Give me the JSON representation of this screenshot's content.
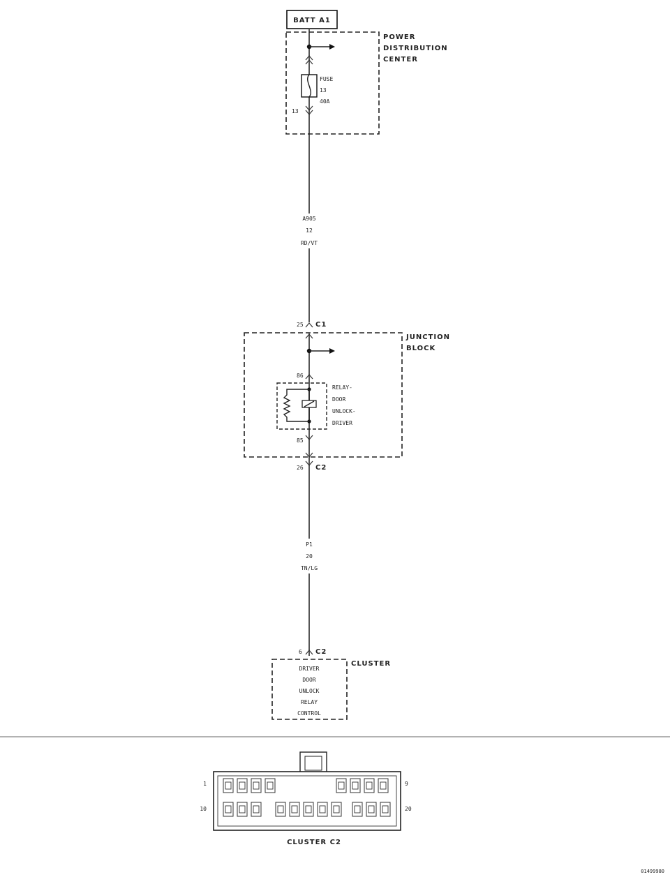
{
  "battery_label": "BATT A1",
  "pdc": {
    "name_lines": [
      "POWER",
      "DISTRIBUTION",
      "CENTER"
    ],
    "fuse_lines": [
      "FUSE",
      "13",
      "40A"
    ],
    "cavity_out": "13"
  },
  "wire_a": {
    "circuit": "A905",
    "gauge": "12",
    "color": "RD/VT"
  },
  "junction_block": {
    "name_lines": [
      "JUNCTION",
      "BLOCK"
    ],
    "connector_in_pin": "25",
    "connector_in": "C1",
    "relay_pin_in": "86",
    "relay_pin_out": "85",
    "relay_lines": [
      "RELAY-",
      "DOOR",
      "UNLOCK-",
      "DRIVER"
    ],
    "connector_out_pin": "26",
    "connector_out": "C2"
  },
  "wire_b": {
    "circuit": "P1",
    "gauge": "20",
    "color": "TN/LG"
  },
  "cluster": {
    "connector_pin": "6",
    "connector": "C2",
    "name": "CLUSTER",
    "function_lines": [
      "DRIVER",
      "DOOR",
      "UNLOCK",
      "RELAY",
      "CONTROL"
    ]
  },
  "connector_view": {
    "title": "CLUSTER C2",
    "pin_top_left": "1",
    "pin_top_right": "9",
    "pin_bottom_left": "10",
    "pin_bottom_right": "20"
  },
  "figure_id": "01499980"
}
